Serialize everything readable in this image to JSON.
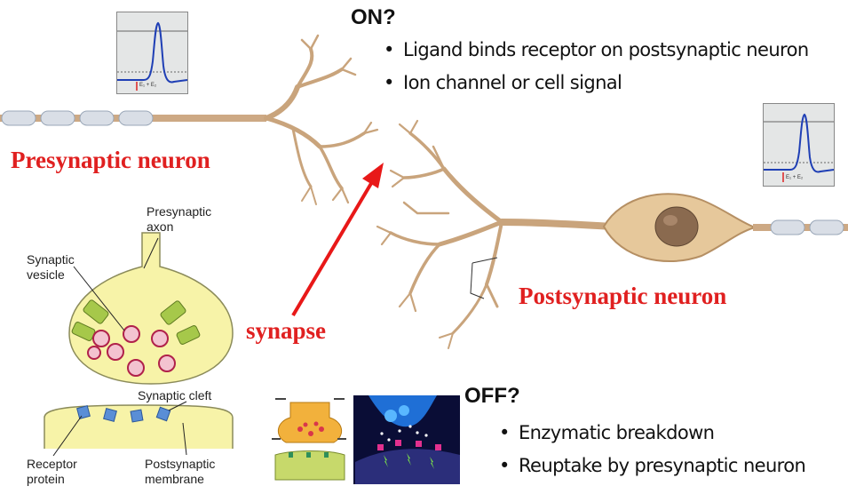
{
  "on_section": {
    "heading": "ON?",
    "bullets": [
      "Ligand binds receptor on postsynaptic neuron",
      "Ion channel or cell signal"
    ]
  },
  "off_section": {
    "heading": "OFF?",
    "bullets": [
      "Enzymatic breakdown",
      "Reuptake by presynaptic neuron"
    ]
  },
  "labels": {
    "presynaptic_neuron": "Presynaptic neuron",
    "postsynaptic_neuron": "Postsynaptic neuron",
    "synapse": "synapse"
  },
  "synapse_diagram": {
    "presynaptic_axon": "Presynaptic axon",
    "synaptic_vesicle": "Synaptic vesicle",
    "synaptic_cleft": "Synaptic cleft",
    "receptor_protein": "Receptor protein",
    "postsynaptic_membrane": "Postsynaptic membrane"
  },
  "action_potential_tick": "E₁ + E₂",
  "colors": {
    "label_red": "#e02020",
    "arrow_red": "#e81818",
    "neuron_tan": "#c9a47c",
    "axon_yellow": "#f7f3a8",
    "trace_blue": "#1f3fb5"
  }
}
